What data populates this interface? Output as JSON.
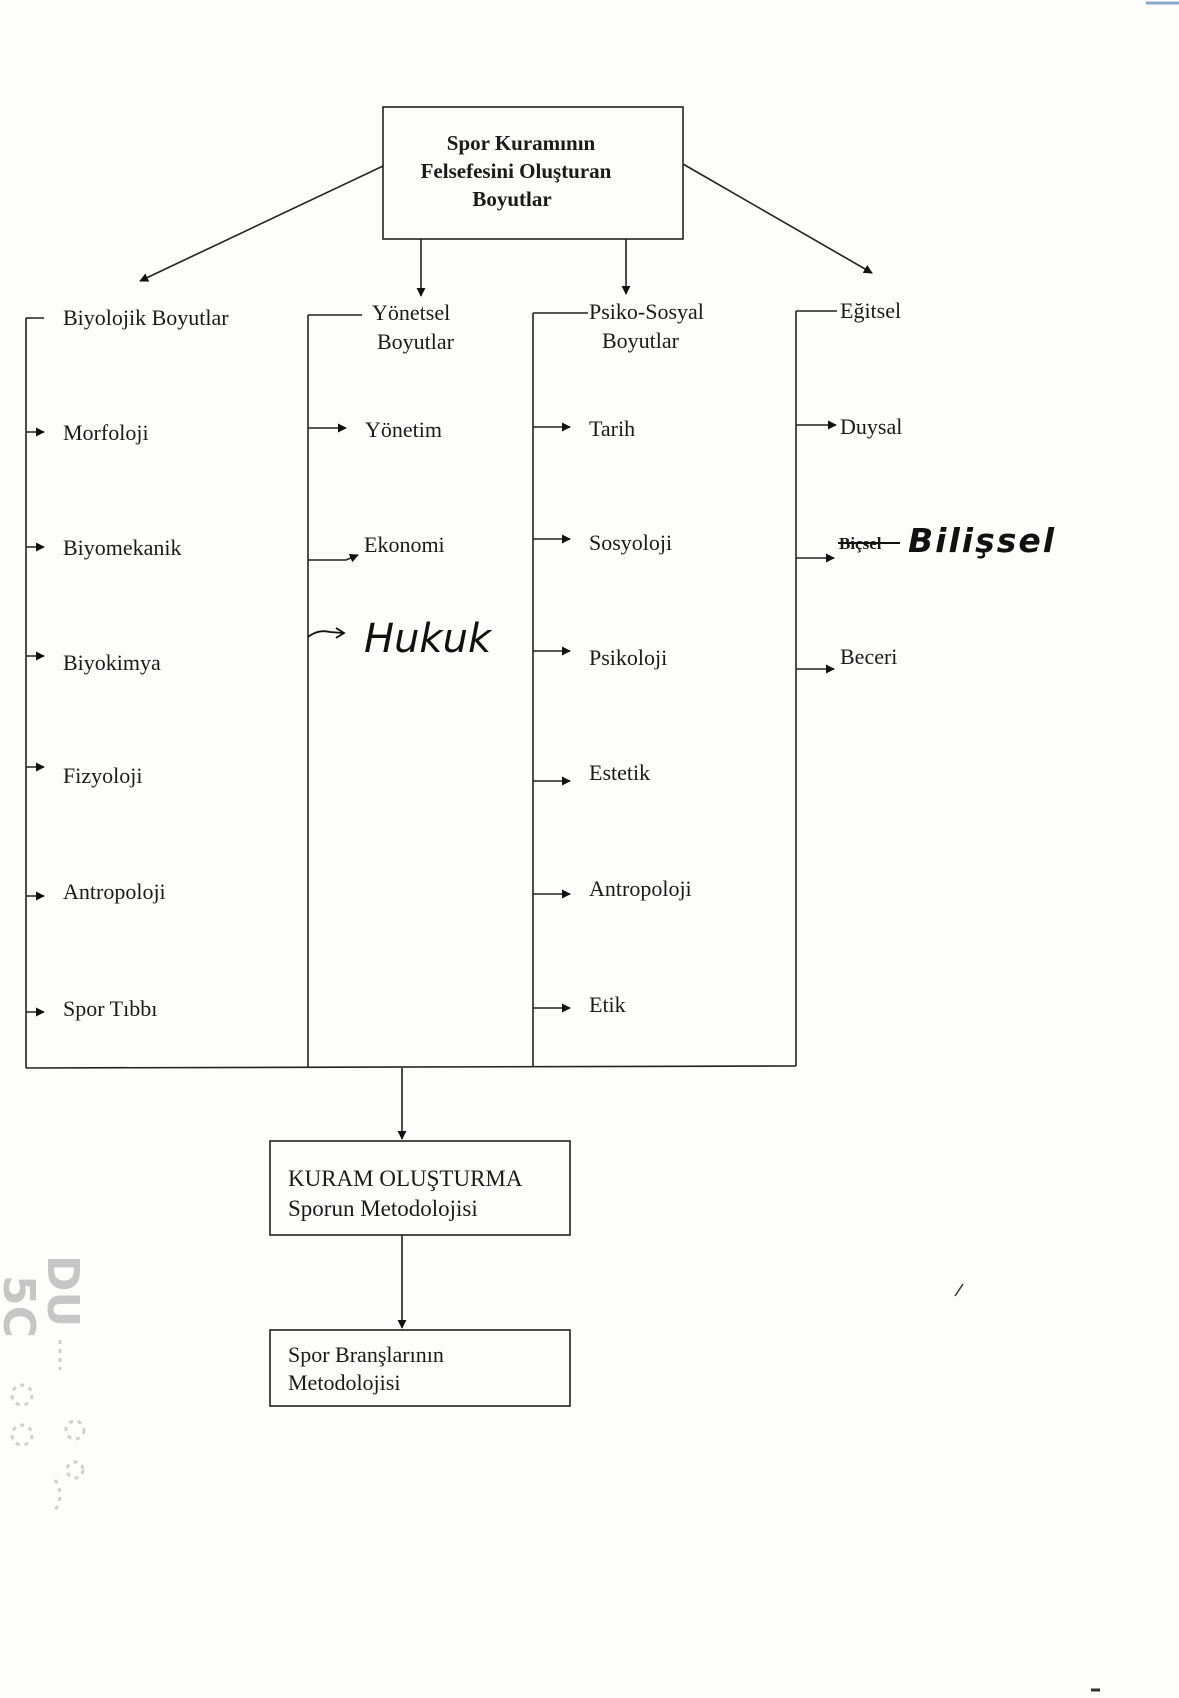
{
  "diagram": {
    "root": {
      "lines": [
        "Spor Kuramının",
        "Felsefesini Oluşturan",
        "Boyutlar"
      ]
    },
    "columns": [
      {
        "header": [
          "Biyolojik Boyutlar"
        ],
        "items": [
          "Morfoloji",
          "Biyomekanik",
          "Biyokimya",
          "Fizyoloji",
          "Antropoloji",
          "Spor Tıbbı"
        ]
      },
      {
        "header": [
          "Yönetsel",
          "Boyutlar"
        ],
        "items": [
          "Yönetim",
          "Ekonomi"
        ],
        "handwritten_item": "Hukuk"
      },
      {
        "header": [
          "Psiko-Sosyal",
          "Boyutlar"
        ],
        "items": [
          "Tarih",
          "Sosyoloji",
          "Psikoloji",
          "Estetik",
          "Antropoloji",
          "Etik"
        ]
      },
      {
        "header": [
          "Eğitsel"
        ],
        "items": [
          "Duysal",
          "Bilişsel",
          "Beceri"
        ],
        "struck_item": "Biçsel",
        "handwritten_correction": "Bilişsel"
      }
    ],
    "kuram": {
      "lines": [
        "KURAM OLUŞTURMA",
        "Sporun Metodolojisi"
      ]
    },
    "brans": {
      "lines": [
        "Spor Branşlarının",
        "Metodolojisi"
      ]
    }
  },
  "stamp": {
    "lines": [
      "DU",
      "5C"
    ]
  }
}
